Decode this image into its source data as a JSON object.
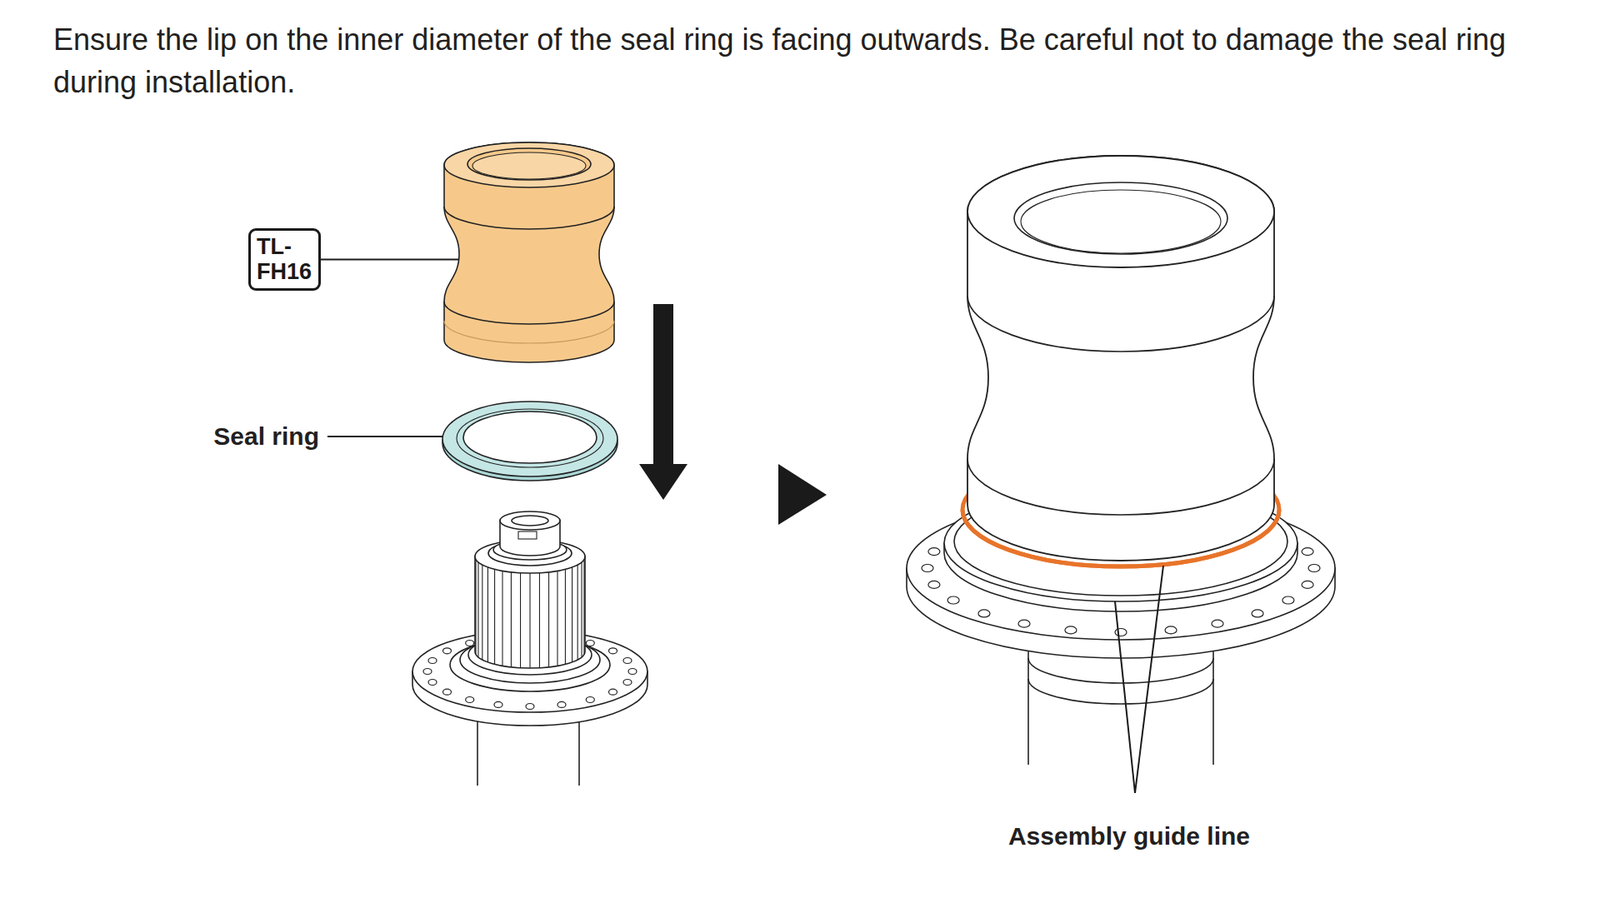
{
  "diagram": {
    "nodes": [
      {
        "text": [
          "TL- FH16"
        ]
      }
    ],
    "labels": [
      "Ensure the lip on the inner diameter of the seal ring is facing outwards. Be careful not to damage the seal ring during installation.",
      "Seal ring",
      "Assembly guide line"
    ]
  }
}
